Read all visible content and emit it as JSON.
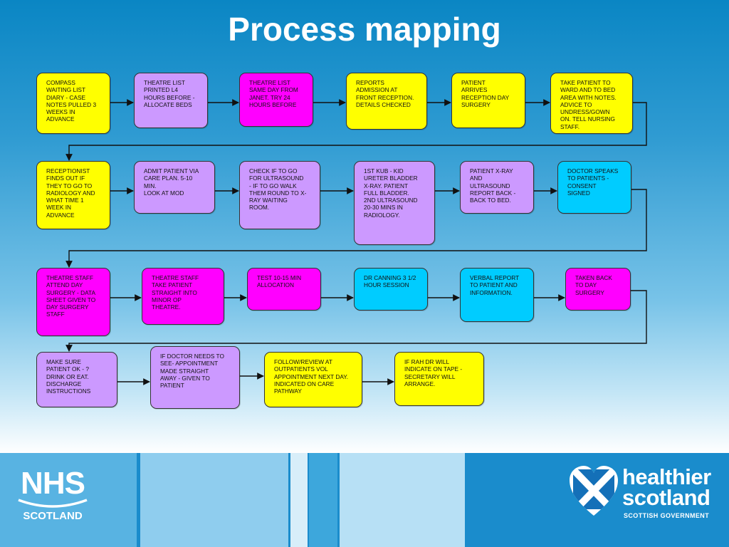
{
  "slide": {
    "title": "Process mapping"
  },
  "colors": {
    "yellow": "#ffff00",
    "lavender": "#cc99ff",
    "magenta": "#ff00ff",
    "cyan": "#00ccff",
    "connector": "#111111"
  },
  "rows": [
    {
      "boxes": [
        {
          "id": "r1b1",
          "color": "yellow",
          "text": "COMPASS\nWAITING LIST\nDIARY - CASE\nNOTES PULLED 3\nWEEKS IN\nADVANCE"
        },
        {
          "id": "r1b2",
          "color": "lavender",
          "text": "THEATRE LIST\nPRINTED L4\nHOURS BEFORE -\nALLOCATE BEDS"
        },
        {
          "id": "r1b3",
          "color": "magenta",
          "text": "THEATRE LIST\nSAME DAY FROM\nJANET. TRY 24\nHOURS BEFORE"
        },
        {
          "id": "r1b4",
          "color": "yellow",
          "text": "REPORTS\nADMISSION AT\nFRONT RECEPTION.\nDETAILS CHECKED"
        },
        {
          "id": "r1b5",
          "color": "yellow",
          "text": "PATIENT\nARRIVES\nRECEPTION DAY\nSURGERY"
        },
        {
          "id": "r1b6",
          "color": "yellow",
          "text": "TAKE PATIENT TO\nWARD AND TO BED\nAREA WITH NOTES.\nADVICE TO\nUNDRESS/GOWN\nON. TELL NURSING\nSTAFF."
        }
      ]
    },
    {
      "boxes": [
        {
          "id": "r2b1",
          "color": "yellow",
          "text": "RECEPTIONIST\nFINDS OUT IF\nTHEY TO GO TO\nRADIOLOGY AND\nWHAT TIME 1\nWEEK IN\nADVANCE"
        },
        {
          "id": "r2b2",
          "color": "lavender",
          "text": "ADMIT PATIENT VIA\nCARE PLAN. 5-10\nMIN.\nLOOK AT MOD"
        },
        {
          "id": "r2b3",
          "color": "lavender",
          "text": "CHECK IF TO GO\nFOR ULTRASOUND\n- IF TO GO WALK\nTHEM ROUND TO X-\nRAY WAITING\nROOM."
        },
        {
          "id": "r2b4",
          "color": "lavender",
          "text": "1ST KUB - KID\nURETER BLADDER\nX-RAY. PATIENT\nFULL BLADDER.\n2ND ULTRASOUND\n20-30 MINS IN\nRADIOLOGY."
        },
        {
          "id": "r2b5",
          "color": "lavender",
          "text": "PATIENT X-RAY\nAND\nULTRASOUND\nREPORT BACK -\nBACK TO BED."
        },
        {
          "id": "r2b6",
          "color": "cyan",
          "text": "DOCTOR SPEAKS\nTO PATIENTS -\nCONSENT\nSIGNED"
        }
      ]
    },
    {
      "boxes": [
        {
          "id": "r3b1",
          "color": "magenta",
          "text": "THEATRE STAFF\nATTEND DAY\nSURGERY - DATA\nSHEET GIVEN TO\nDAY SURGERY\nSTAFF"
        },
        {
          "id": "r3b2",
          "color": "magenta",
          "text": "THEATRE STAFF\nTAKE PATIENT\nSTRAIGHT INTO\nMINOR OP\nTHEATRE."
        },
        {
          "id": "r3b3",
          "color": "magenta",
          "text": "TEST 10-15 MIN\nALLOCATION"
        },
        {
          "id": "r3b4",
          "color": "cyan",
          "text": "DR CANNING 3 1/2\nHOUR SESSION"
        },
        {
          "id": "r3b5",
          "color": "cyan",
          "text": "VERBAL REPORT\nTO PATIENT AND\nINFORMATION."
        },
        {
          "id": "r3b6",
          "color": "magenta",
          "text": "TAKEN BACK\nTO DAY\nSURGERY"
        }
      ]
    },
    {
      "boxes": [
        {
          "id": "r4b1",
          "color": "lavender",
          "text": "MAKE SURE\nPATIENT OK - ?\nDRINK OR EAT.\nDISCHARGE\nINSTRUCTIONS"
        },
        {
          "id": "r4b2",
          "color": "lavender",
          "text": "IF DOCTOR NEEDS TO\nSEE- APPOINTMENT\nMADE STRAIGHT\nAWAY - GIVEN TO\nPATIENT"
        },
        {
          "id": "r4b3",
          "color": "yellow",
          "text": "FOLLOW/REVIEW AT\nOUTPATIENTS VOL\nAPPOINTMENT NEXT DAY.\nINDICATED ON CARE\nPATHWAY"
        },
        {
          "id": "r4b4",
          "color": "yellow",
          "text": "IF RAH DR WILL\nINDICATE ON TAPE -\nSECRETARY WILL\nARRANGE."
        }
      ]
    }
  ],
  "footer": {
    "left_logo": {
      "icon": "nhs-scotland-logo",
      "word": "NHS",
      "sub": "SCOTLAND"
    },
    "right_logo": {
      "icon": "saltire-heart-icon",
      "line1": "healthier",
      "line2": "scotland",
      "line3": "SCOTTISH GOVERNMENT"
    }
  }
}
